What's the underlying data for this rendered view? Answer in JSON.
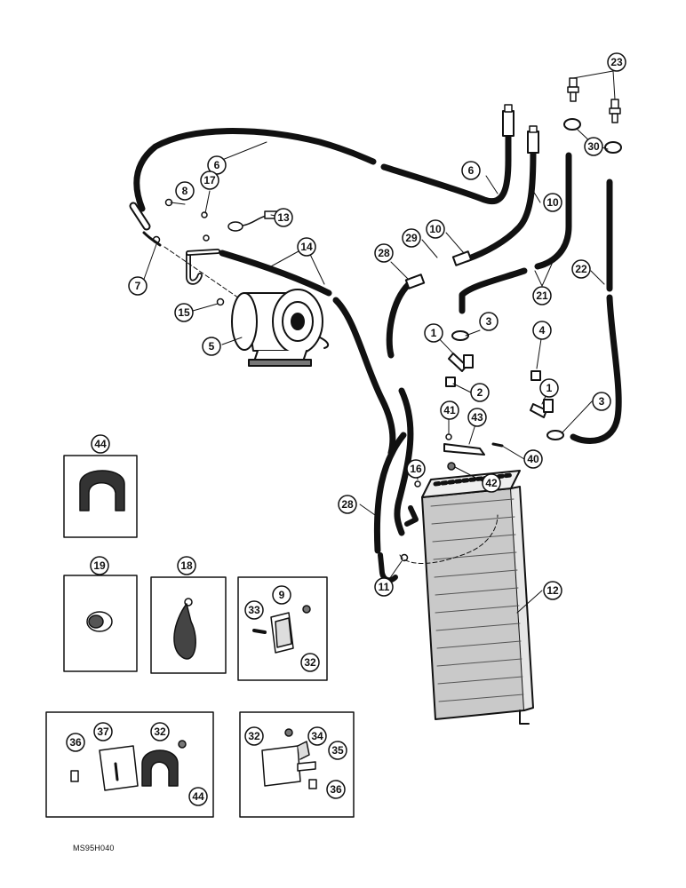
{
  "drawing_code": "MS95H040",
  "callouts": [
    "1",
    "2",
    "3",
    "4",
    "5",
    "6",
    "7",
    "8",
    "9",
    "10",
    "11",
    "12",
    "13",
    "14",
    "15",
    "16",
    "17",
    "18",
    "19",
    "21",
    "22",
    "23",
    "28",
    "29",
    "30",
    "32",
    "33",
    "34",
    "35",
    "36",
    "37",
    "40",
    "41",
    "42",
    "43",
    "44"
  ],
  "colors": {
    "ink": "#111111",
    "paper": "#ffffff",
    "condenser_fill": "#c9c9c9"
  }
}
